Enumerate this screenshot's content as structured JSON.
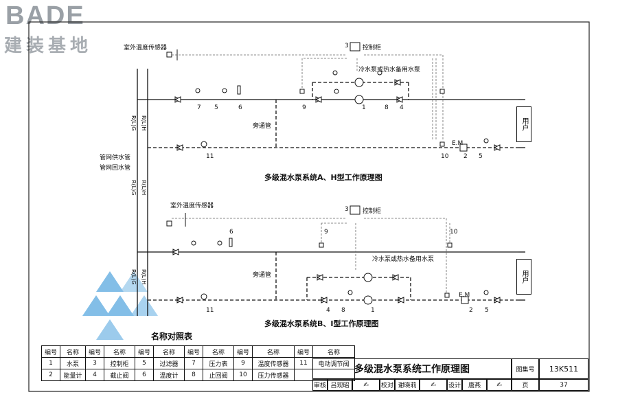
{
  "brand": {
    "logo_text": "BADE",
    "logo_cn": "建装基地"
  },
  "diagram1": {
    "title": "多级混水泵系统A、H型工作原理图",
    "outdoor_sensor": "室外温度传感器",
    "control_cabinet_num": "3",
    "control_cabinet": "控制柜",
    "backup_pump": "冷水泵或热水备用水泵",
    "bypass": "旁通管",
    "user": "用户",
    "supply_pipe": "管网供水管",
    "return_pipe": "管网回水管",
    "pipe_g": "R(L)G",
    "pipe_h": "R(L)H",
    "em": "E.M",
    "numbers": {
      "n7": "7",
      "n5a": "5",
      "n6": "6",
      "n9": "9",
      "n1": "1",
      "n8": "8",
      "n4": "4",
      "n10": "10",
      "n2": "2",
      "n5b": "5",
      "n11": "11"
    }
  },
  "diagram2": {
    "title": "多级混水泵系统B、I型工作原理图",
    "outdoor_sensor": "室外温度传感器",
    "control_cabinet_num": "3",
    "control_cabinet": "控制柜",
    "backup_pump": "冷水泵或热水备用水泵",
    "bypass": "旁通管",
    "user": "用户",
    "pipe_g": "R(L)G",
    "pipe_h": "R(L)H",
    "em": "E.M",
    "numbers": {
      "n6": "6",
      "n9": "9",
      "n10": "10",
      "n4": "4",
      "n8": "8",
      "n1": "1",
      "n2": "2",
      "n5": "5",
      "n11": "11"
    }
  },
  "legend": {
    "title": "名称对照表",
    "headers": [
      "编号",
      "名称",
      "编号",
      "名称",
      "编号",
      "名称",
      "编号",
      "名称",
      "编号",
      "名称",
      "编号",
      "名称"
    ],
    "row1": [
      "1",
      "水泵",
      "3",
      "控制柜",
      "5",
      "过滤器",
      "7",
      "压力表",
      "9",
      "温度传感器",
      "11",
      "电动调节阀"
    ],
    "row2": [
      "2",
      "能量计",
      "4",
      "截止阀",
      "6",
      "温度计",
      "8",
      "止回阀",
      "10",
      "压力传感器",
      "",
      ""
    ]
  },
  "titleblock": {
    "title": "多级混水泵系统工作原理图",
    "atlas_label": "图集号",
    "atlas_no": "13K511",
    "review_label": "审核",
    "reviewer": "吕观昭",
    "check_label": "校对",
    "checker": "谢晓莉",
    "design_label": "设计",
    "designer": "唐燕",
    "page_label": "页",
    "page_no": "37"
  }
}
